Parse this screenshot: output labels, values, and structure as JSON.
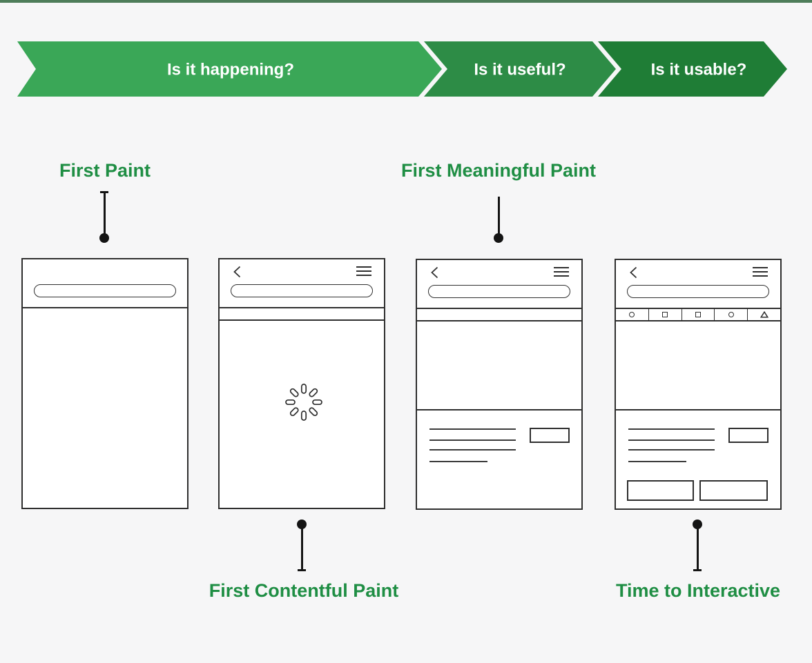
{
  "banner": {
    "stages": [
      {
        "label": "Is it happening?",
        "color": "#3aa757"
      },
      {
        "label": "Is it useful?",
        "color": "#2d8c46"
      },
      {
        "label": "Is it usable?",
        "color": "#1f7d36"
      }
    ]
  },
  "metrics": {
    "first_paint": {
      "label": "First Paint"
    },
    "first_contentful_paint": {
      "label": "First Contentful Paint"
    },
    "first_meaningful_paint": {
      "label": "First Meaningful Paint"
    },
    "time_to_interactive": {
      "label": "Time to Interactive"
    }
  },
  "colors": {
    "background": "#f6f6f7",
    "top_strip": "#4e7d5a",
    "banner_text": "#ffffff",
    "metric_label": "#1f8e44",
    "connector": "#141414",
    "wireframe_stroke": "#2e2e2e"
  },
  "icons": {
    "back-icon": "‹",
    "menu-icon": "≡",
    "spinner-icon": "✳",
    "circle-icon": "○",
    "square-icon": "□",
    "triangle-icon": "△"
  }
}
